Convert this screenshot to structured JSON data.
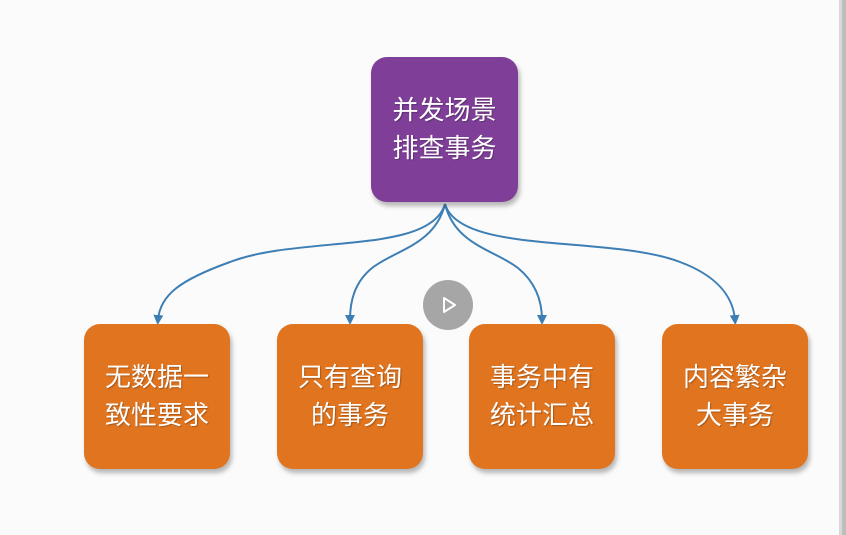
{
  "root": {
    "lines": [
      "并发场景",
      "排查事务"
    ],
    "color": "#7f3f98"
  },
  "leaves": [
    {
      "lines": [
        "无数据一",
        "致性要求"
      ]
    },
    {
      "lines": [
        "只有查询",
        "的事务"
      ]
    },
    {
      "lines": [
        "事务中有",
        "统计汇总"
      ]
    },
    {
      "lines": [
        "内容繁杂",
        "大事务"
      ]
    }
  ],
  "colors": {
    "leaf": "#e0741f",
    "connector": "#3d7fb5",
    "background": "#fbfbfb"
  },
  "player": {
    "icon": "play-icon"
  }
}
